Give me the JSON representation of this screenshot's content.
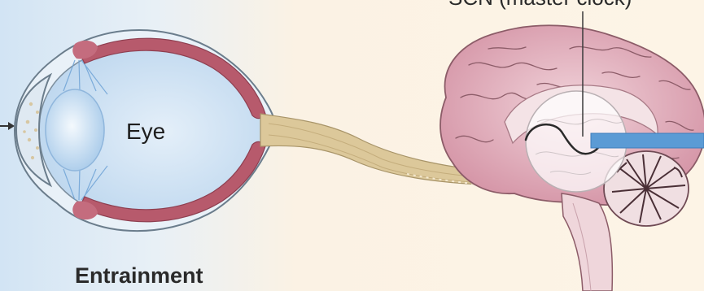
{
  "labels": {
    "scn": "SCN (master clock)",
    "eye": "Eye",
    "entrainment": "Entrainment"
  },
  "colors": {
    "background_left": "#dceaf6",
    "background_right": "#fdf4e6",
    "eye_fill": "#c6def2",
    "retina": "#b75a6c",
    "optic_nerve": "#d9c595",
    "brain_cortex": "#d79bab",
    "scn_overlay": "#ffffff",
    "pointer_bar": "#5b9bd5"
  }
}
